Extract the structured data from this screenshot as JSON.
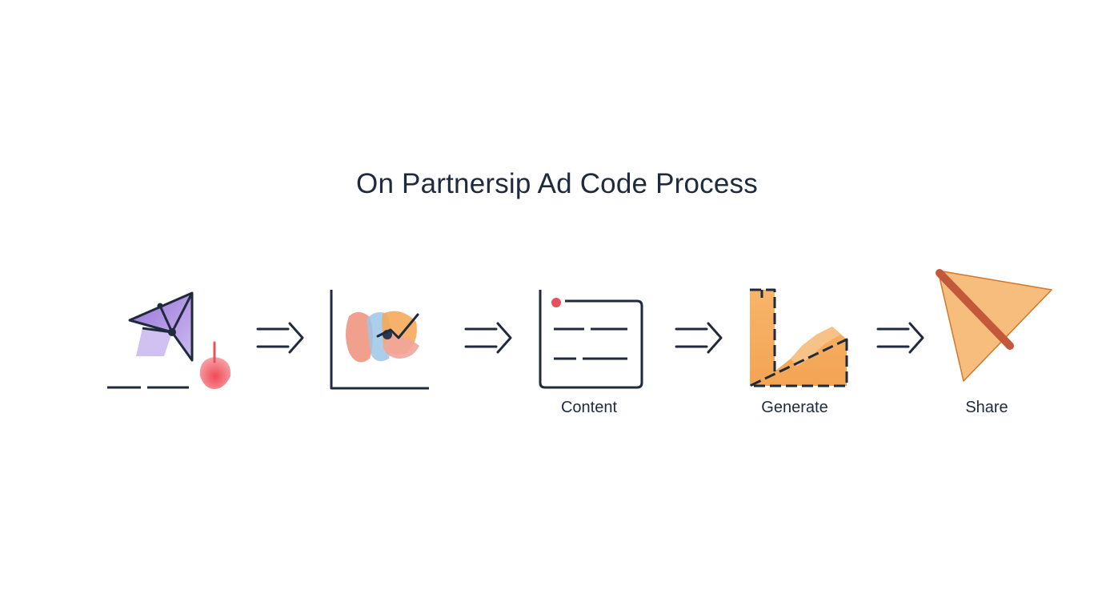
{
  "title": "On Partnersip Ad Code Process",
  "steps": [
    {
      "icon": "partnership-icon",
      "label": ""
    },
    {
      "icon": "analytics-icon",
      "label": ""
    },
    {
      "icon": "content-icon",
      "label": "Content"
    },
    {
      "icon": "generate-icon",
      "label": "Generate"
    },
    {
      "icon": "share-icon",
      "label": "Share"
    }
  ],
  "connectors": [
    "arrow-right-icon",
    "arrow-right-icon",
    "arrow-right-icon",
    "arrow-right-icon"
  ],
  "colors": {
    "text": "#1f2a3c",
    "stroke": "#1f2a3c",
    "purple": "#9b7ad8",
    "red": "#e8505b",
    "orange": "#f5a95b",
    "blue": "#9cc6e8",
    "brown": "#c4583a"
  }
}
